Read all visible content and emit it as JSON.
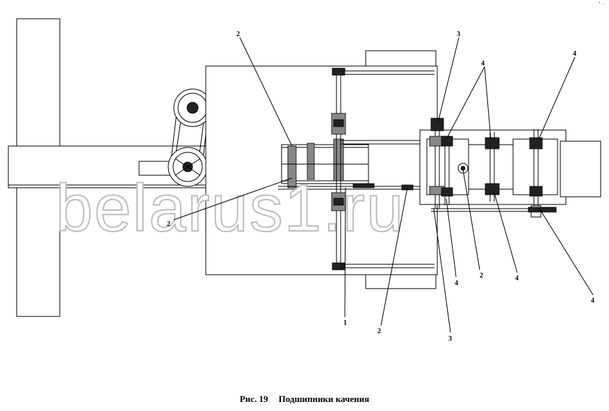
{
  "corner_mark": "• ...",
  "watermark": "belarus1.ru",
  "caption": {
    "number": "Рис. 19",
    "title": "Подшипники качения"
  },
  "callouts": [
    {
      "id": "c2-top",
      "text": "2"
    },
    {
      "id": "c3-top",
      "text": "3"
    },
    {
      "id": "c4-top-a",
      "text": "4"
    },
    {
      "id": "c4-top-b",
      "text": "4"
    },
    {
      "id": "c2-left",
      "text": "2"
    },
    {
      "id": "c1",
      "text": "1"
    },
    {
      "id": "c2-bottom",
      "text": "2"
    },
    {
      "id": "c3-bottom",
      "text": "3"
    },
    {
      "id": "c4-bottom-a",
      "text": "4"
    },
    {
      "id": "c2-right",
      "text": "2"
    },
    {
      "id": "c4-bottom-b",
      "text": "4"
    },
    {
      "id": "c4-bottom-c",
      "text": "4"
    }
  ]
}
